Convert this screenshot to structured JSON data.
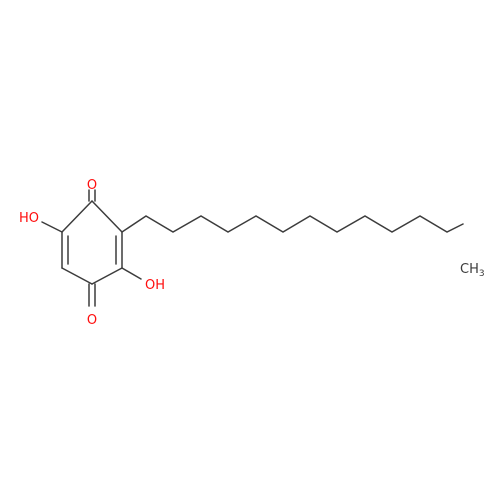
{
  "molecule": {
    "atom_labels": {
      "o_top": "O",
      "o_bottom": "O",
      "oh_left": "HO",
      "oh_right": "OH",
      "ch3_main": "CH",
      "ch3_sub": "3"
    },
    "colors": {
      "bond": "#3c3c3c",
      "oxygen": "#ff0d0d",
      "carbon": "#3c3c3c"
    }
  }
}
